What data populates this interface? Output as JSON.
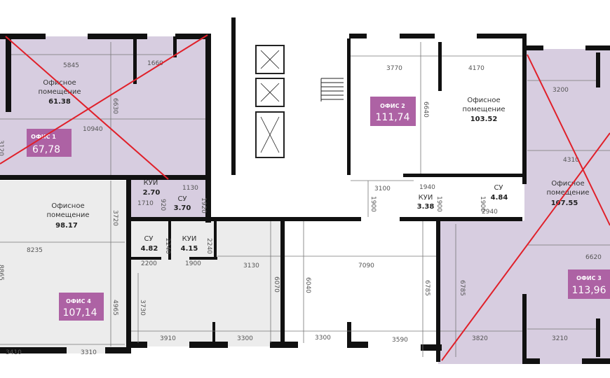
{
  "colors": {
    "sold_room": "#d7cde0",
    "free_room": "#ececec",
    "badge": "#ad62a4",
    "cross": "#e0202a",
    "wall": "#111111"
  },
  "offices": [
    {
      "badge_title": "ОФИС 1",
      "badge_area": "67,78",
      "room_label_1": "Офисное",
      "room_label_2": "помещение",
      "room_area": "61.38",
      "crossed": true
    },
    {
      "badge_title": "ОФИС 2",
      "badge_area": "111,74",
      "room_label_1": "Офисное",
      "room_label_2": "помещение",
      "room_area": "103.52",
      "crossed": false
    },
    {
      "badge_title": "ОФИС 3",
      "badge_area": "113,96",
      "room_label_1": "Офисное",
      "room_label_2": "помещение",
      "room_area": "107.55",
      "crossed": true
    },
    {
      "badge_title": "ОФИС 4",
      "badge_area": "107,14",
      "room_label_1": "Офисное",
      "room_label_2": "помещение",
      "room_area": "98.17",
      "crossed": false
    }
  ],
  "wet_rooms": [
    {
      "name": "КУИ",
      "area": "2.70"
    },
    {
      "name": "СУ",
      "area": "3.70"
    },
    {
      "name": "СУ",
      "area": "4.82"
    },
    {
      "name": "КУИ",
      "area": "4.15"
    },
    {
      "name": "КУИ",
      "area": "3.38"
    },
    {
      "name": "СУ",
      "area": "4.84"
    }
  ],
  "dimensions": {
    "d5845": "5845",
    "d1660": "1660",
    "d6630": "6630",
    "d10940": "10940",
    "d3120": "3120",
    "d3720": "3720",
    "d8235": "8235",
    "d8865": "8865",
    "d4965": "4965",
    "d3730": "3730",
    "d3410": "3410",
    "d3310": "3310",
    "d3910": "3910",
    "d3300a": "3300",
    "d3130": "3130",
    "d6070": "6070",
    "d1710": "1710",
    "d1130": "1130",
    "d1920": "1920",
    "d920": "920",
    "d2240a": "2240",
    "d2240b": "2240",
    "d2200": "2200",
    "d1900a": "1900",
    "d6040": "6040",
    "d7090": "7090",
    "d6785a": "6785",
    "d3300b": "3300",
    "d3590": "3590",
    "d3770": "3770",
    "d4170": "4170",
    "d6640": "6640",
    "d3100": "3100",
    "d1900b": "1900",
    "d1940": "1940",
    "d1900c": "1900",
    "d1900d": "1900",
    "d2940": "2940",
    "d3200": "3200",
    "d4310": "4310",
    "d6620": "6620",
    "d6785b": "6785",
    "d3820": "3820",
    "d3210": "3210"
  }
}
